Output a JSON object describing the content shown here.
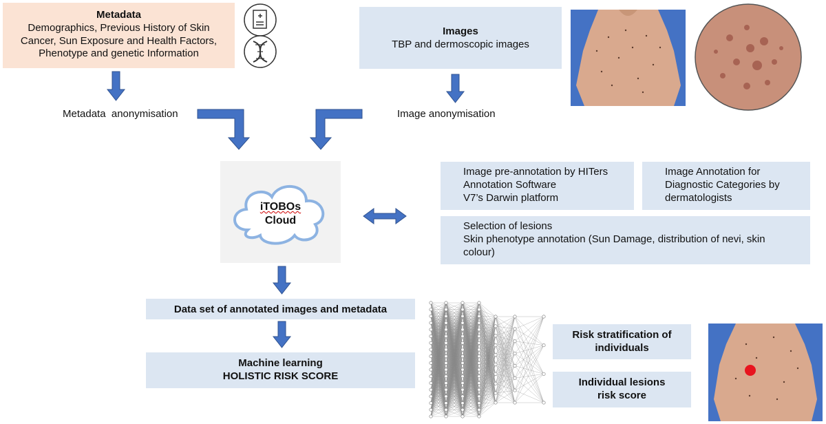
{
  "metadata": {
    "title": "Metadata",
    "lines": [
      "Demographics, Previous History of Skin",
      "Cancer, Sun Exposure and Health Factors,",
      "Phenotype and genetic Information"
    ]
  },
  "images": {
    "title": "Images",
    "subtitle": "TBP and dermoscopic images"
  },
  "metadata_anonymisation": "Metadata  anonymisation",
  "image_anonymisation": "Image anonymisation",
  "cloud": {
    "line1": "iTOBOs",
    "line2": "Cloud"
  },
  "pre_annotation": [
    "Image pre-annotation by HITers",
    "Annotation Software",
    "V7’s Darwin platform"
  ],
  "diagnostic_annotation": [
    "Image Annotation for",
    "Diagnostic Categories by",
    "dermatologists"
  ],
  "lesion_selection": [
    "Selection of lesions",
    "Skin phenotype annotation (Sun Damage, distribution of nevi, skin",
    "colour)"
  ],
  "dataset": "Data set of annotated images and metadata",
  "ml": {
    "line1": "Machine learning",
    "line2": "HOLISTIC RISK SCORE"
  },
  "risk_strat": {
    "line1": "Risk stratification of",
    "line2": "individuals"
  },
  "lesion_score": {
    "line1": "Individual lesions",
    "line2": "risk score"
  },
  "colors": {
    "peach": "#fbe3d4",
    "blue_box": "#dce6f2",
    "arrow": "#4472c4",
    "cloud_outline": "#8db3e2",
    "skin": "#d9a98e",
    "risk_dot": "#e8141e"
  },
  "icons": [
    "document-icon",
    "dna-icon",
    "cloud-icon",
    "double-arrow-icon",
    "neural-network-icon"
  ]
}
